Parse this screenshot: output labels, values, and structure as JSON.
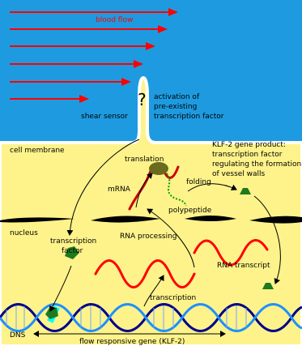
{
  "labels": {
    "blood_flow": "blood flow",
    "shear_sensor": "shear sensor",
    "question_mark": "?",
    "activation_1": "activation of",
    "activation_2": "pre-existing",
    "activation_3": "transcription factor",
    "cell_membrane": "cell membrane",
    "translation": "translation",
    "mrna": "mRNA",
    "klf2_1": "KLF-2 gene product:",
    "klf2_2": "transcription factor",
    "klf2_3": "regulating the formation",
    "klf2_4": "of vessel walls",
    "folding": "folding",
    "polypeptide": "polypeptide",
    "nucleus": "nucleus",
    "rna_processing": "RNA processing",
    "tf_1": "transcription",
    "tf_2": "factor",
    "rna_transcript": "RNA transcript",
    "transcription": "transcription",
    "dns": "DNS",
    "gene": "flow responsive gene (KLF-2)"
  },
  "colors": {
    "blood": "#1e9be0",
    "cell": "#fdf38a",
    "flow_arrow": "#ff0000",
    "membrane": "#ffffff",
    "nuclear_envelope": "#000000",
    "rna": "#ff0000",
    "rna_dark": "#b00000",
    "dna_dark": "#00008b",
    "dna_light": "#1e90ff",
    "protein": "#1e7a1e",
    "ribosome": "#6b6b1e",
    "polypeptide": "#00a000",
    "binding_site": "#00ffff"
  },
  "icons": {
    "flow_arrows": "red-arrow",
    "protein": "green-protein-glyph",
    "ribosome": "ribosome-shape"
  }
}
